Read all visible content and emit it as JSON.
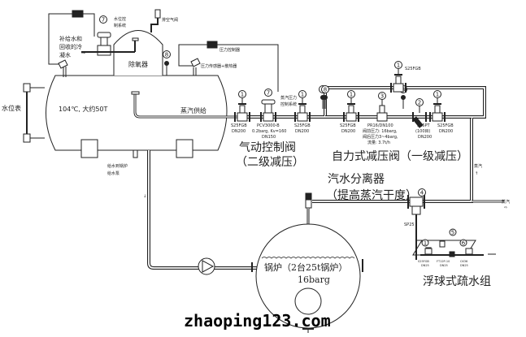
{
  "diagram": {
    "deaerator": {
      "tank_label": "104℃, 大约50T",
      "dome_label": "除氧器",
      "water_gauge_label": "水位表",
      "makeup_label_lines": [
        "补给水和",
        "回收的冷",
        "凝水"
      ],
      "level_control_label_lines": [
        "水位控",
        "制系统"
      ],
      "vent_label": "排空气阀",
      "pressure_controller_label": "压力控制器",
      "pressure_sensor_label": "压力传感器+散热器",
      "steam_supply_label": "蒸汽供给",
      "feedwater_label_lines": [
        "给水到锅炉",
        "给水泵"
      ]
    },
    "pneumatic_section": {
      "title_lines": [
        "气动控制阀",
        "（二级减压）"
      ],
      "valves": [
        {
          "tag": "1",
          "model": "S25FGB",
          "size": "DN200"
        },
        {
          "tag": "7",
          "model": "PCV3000-B",
          "detail": "0.2barg, Kv=160",
          "size": "DN150"
        },
        {
          "tag": "1",
          "model": "S25FGB",
          "size": "DN200"
        }
      ],
      "steam_pressure_control_label_lines": [
        "蒸汽压力",
        "控制系统"
      ],
      "gauge_tag": "8"
    },
    "self_acting_section": {
      "title": "自力式减压阀（一级减压）",
      "valves": [
        {
          "tag": "1",
          "model": "S25FGB",
          "size": "DN200"
        },
        {
          "tag": "3",
          "model": "PR16/DN100",
          "detail_lines": [
            "阀前压力: 16barg,",
            "阀后压力3~4barg,",
            "流量: 3.7t/h"
          ]
        },
        {
          "tag": "2",
          "model": "S25PT",
          "detail": "(100目)",
          "size": "DN200"
        },
        {
          "tag": "1",
          "model": "S25FGB",
          "size": "DN200"
        }
      ],
      "bypass_valve": {
        "tag": "1",
        "model": "S25FGB"
      },
      "gauge_tags": [
        "8",
        "8"
      ],
      "steam_label": "蒸汽"
    },
    "separator": {
      "title_lines": [
        "汽水分离器",
        "（提高蒸汽干度）"
      ],
      "tag": "4",
      "model": "SP25",
      "steam_out_label": "蒸汽"
    },
    "boiler": {
      "label": "锅炉（2台25t锅炉）",
      "pressure": "16barg"
    },
    "trap_group": {
      "title": "浮球式疏水组",
      "tags": [
        "1",
        "5",
        "6"
      ],
      "valve_labels": [
        {
          "model": "S25FGB",
          "size": "DN25"
        },
        {
          "model": "FT12P-10",
          "size": "DN25"
        },
        {
          "model": "CK36",
          "size": "DN25"
        }
      ]
    },
    "watermark": "zhaoping123.com"
  },
  "colors": {
    "line": "#111111",
    "pipe_fill": "#ffffff",
    "background": "#ffffff"
  }
}
